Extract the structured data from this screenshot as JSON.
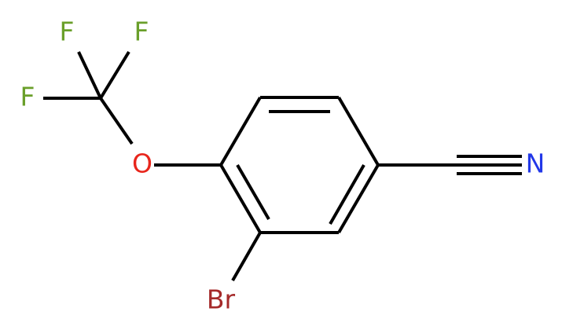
{
  "colors": {
    "background": "#ffffff",
    "bond": "#000000",
    "fluorine": "#6a9f2a",
    "oxygen": "#e8261c",
    "nitrogen": "#2238e8",
    "bromine": "#a52a2a"
  },
  "atoms": {
    "f_top_left": "F",
    "f_top_right": "F",
    "f_left": "F",
    "oxygen": "O",
    "nitrogen": "N",
    "bromine": "Br"
  }
}
